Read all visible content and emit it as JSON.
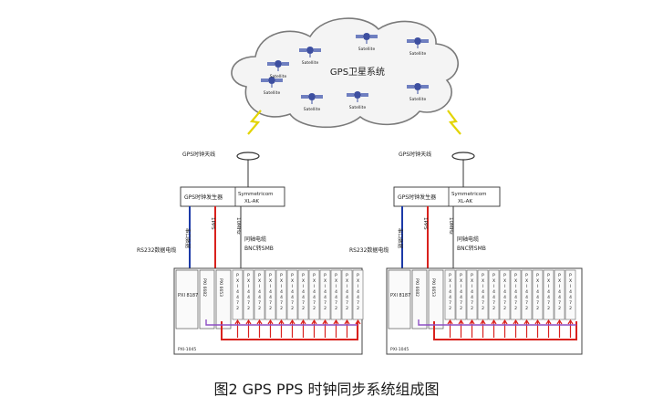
{
  "cloud": {
    "label": "GPS卫星系统",
    "satellite_label": "Satellite",
    "satellite_count": 8
  },
  "left_system": {
    "antenna_label": "GPS时钟天线",
    "generator_label": "GPS时钟发生器",
    "model_line1": "Symmetricom",
    "model_line2": "XL-AK",
    "cable_label": "同轴电缆",
    "bnc_label": "BNC转SMB",
    "rs232_label": "RS232数据电缆",
    "vert_label_1": "串口数据",
    "vert_label_2": "1PPS",
    "vert_label_3": "10MHz",
    "controller": "PXI 8187",
    "sync_card": "PXI 6682",
    "timing_card": "PXI 6653",
    "module_letters": "P X I 4 4 7 2",
    "chassis_label": "PXI-1045"
  },
  "right_system": {
    "antenna_label": "GPS时钟天线",
    "generator_label": "GPS时钟发生器",
    "model_line1": "Symmetricom",
    "model_line2": "XL-AK",
    "cable_label": "同轴电缆",
    "bnc_label": "BNC转SMB",
    "rs232_label": "RS232数据电缆",
    "vert_label_1": "串口数据",
    "vert_label_2": "1PPS",
    "vert_label_3": "10MHz",
    "controller": "PXI 8187",
    "sync_card": "PXI 6682",
    "timing_card": "PXI 6653",
    "module_letters": "P X I 4 4 7 2",
    "chassis_label": "PXI-1045"
  },
  "caption": "图2 GPS PPS 时钟同步系统组成图",
  "colors": {
    "pps_red": "#d9211d",
    "data_blue": "#1c3aa8",
    "clock_purple": "#8e4fc4",
    "cloud_fill": "#f4f4f4"
  }
}
